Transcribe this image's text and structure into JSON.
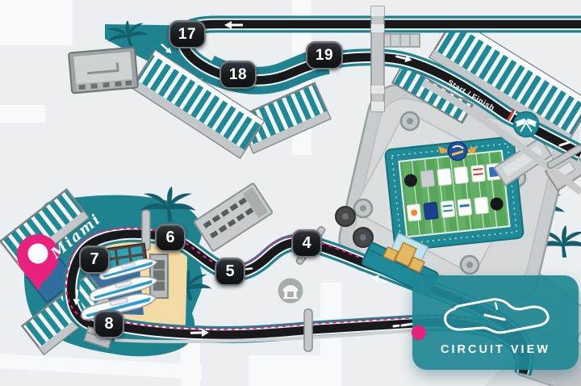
{
  "map": {
    "area_label": "Miami",
    "start_finish_label": "Start / Finish",
    "turns": [
      {
        "number": "17"
      },
      {
        "number": "18"
      },
      {
        "number": "19"
      },
      {
        "number": "4"
      },
      {
        "number": "5"
      },
      {
        "number": "6"
      },
      {
        "number": "7"
      },
      {
        "number": "8"
      }
    ],
    "icons": {
      "start_finish_flag": "crossed-racing-flags",
      "location_pin": "map-pin",
      "pavilion": "pavilion-building",
      "direction_arrows": "white-track-arrows"
    }
  },
  "circuit_view_button": {
    "label": "CIRCUIT VIEW",
    "icon": "circuit-outline"
  },
  "palette": {
    "bg": "#eceff1",
    "street": "#f7fafb",
    "teal": "#1f828f",
    "teal_bright": "#1f8a96",
    "teal_dark": "#135f6d",
    "track": "#17191b",
    "track_edge": "#f2f4f4",
    "pink": "#e8217d",
    "sand": "#f3dba5",
    "water": "#3b6f9e",
    "field_green": "#57a65a",
    "boat_blue": "#2b9cd6",
    "building_gray": "#c7cbcd",
    "button_teal": "#208693"
  }
}
